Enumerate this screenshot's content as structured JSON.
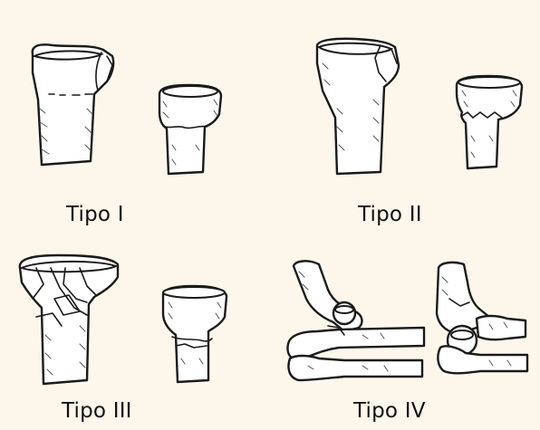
{
  "background": "#fdf6ea",
  "panels": [
    {
      "id": "tipo-1",
      "caption": "Tipo I"
    },
    {
      "id": "tipo-2",
      "caption": "Tipo II"
    },
    {
      "id": "tipo-3",
      "caption": "Tipo III"
    },
    {
      "id": "tipo-4",
      "caption": "Tipo IV"
    }
  ]
}
